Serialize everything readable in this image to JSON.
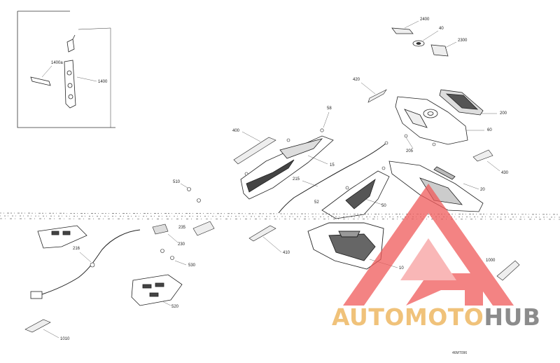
{
  "diagram": {
    "part_callouts": [
      {
        "id": "c1400a",
        "label": "1400a"
      },
      {
        "id": "c1400",
        "label": "1400"
      },
      {
        "id": "c2400",
        "label": "2400"
      },
      {
        "id": "c40",
        "label": "40"
      },
      {
        "id": "c2300",
        "label": "2300"
      },
      {
        "id": "c420",
        "label": "420"
      },
      {
        "id": "c200",
        "label": "200"
      },
      {
        "id": "c60",
        "label": "60"
      },
      {
        "id": "c58",
        "label": "58"
      },
      {
        "id": "c400",
        "label": "400"
      },
      {
        "id": "c15",
        "label": "15"
      },
      {
        "id": "c205",
        "label": "205"
      },
      {
        "id": "c430",
        "label": "430"
      },
      {
        "id": "c20",
        "label": "20"
      },
      {
        "id": "c215",
        "label": "215"
      },
      {
        "id": "c510",
        "label": "510"
      },
      {
        "id": "c52",
        "label": "52"
      },
      {
        "id": "c50",
        "label": "50"
      },
      {
        "id": "c235",
        "label": "235"
      },
      {
        "id": "c230",
        "label": "230"
      },
      {
        "id": "c216",
        "label": "216"
      },
      {
        "id": "c530",
        "label": "530"
      },
      {
        "id": "c410",
        "label": "410"
      },
      {
        "id": "c10",
        "label": "10"
      },
      {
        "id": "c1000",
        "label": "1000"
      },
      {
        "id": "c520",
        "label": "520"
      },
      {
        "id": "c1010",
        "label": "1010"
      }
    ],
    "figure_ref": "46MT096"
  },
  "watermark": {
    "brand_part1": "AUTOMOTO",
    "brand_part2": "HUB",
    "color_part1": "#f0c27a",
    "color_part2": "#8c8c8c",
    "logo_color": "#f05a5a"
  }
}
